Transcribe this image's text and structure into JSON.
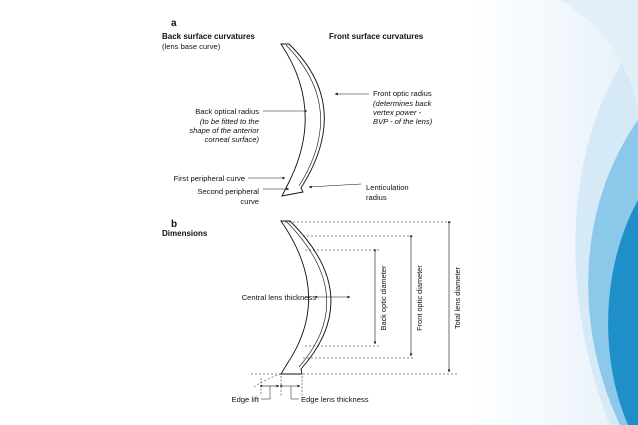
{
  "slide": {
    "background_color": "#ffffff",
    "accent_colors": [
      "#1e8fc9",
      "#8cc8ea",
      "#dcedf7"
    ]
  },
  "panel_a": {
    "letter": "a",
    "heading_left": "Back surface curvatures",
    "heading_left_sub": "(lens base curve)",
    "heading_right": "Front surface curvatures",
    "back_optical_radius": "Back optical radius",
    "back_optical_radius_note": [
      "(to be fitted to the",
      "shape of the anterior",
      "corneal surface)"
    ],
    "first_peripheral_curve": "First peripheral curve",
    "second_peripheral_curve": [
      "Second peripheral",
      "curve"
    ],
    "front_optic_radius": "Front optic radius",
    "front_optic_radius_note": [
      "(determines back",
      "vertex power -",
      "BVP - of the lens)"
    ],
    "lenticulation_radius": [
      "Lenticulation",
      "radius"
    ]
  },
  "panel_b": {
    "letter": "b",
    "heading": "Dimensions",
    "central_lens_thickness": "Central lens thickness",
    "back_optic_diameter": "Back optic diameter",
    "front_optic_diameter": "Front optic diameter",
    "total_lens_diameter": "Total lens diameter",
    "edge_lift": "Edge lift",
    "edge_lens_thickness": "Edge lens thickness"
  }
}
